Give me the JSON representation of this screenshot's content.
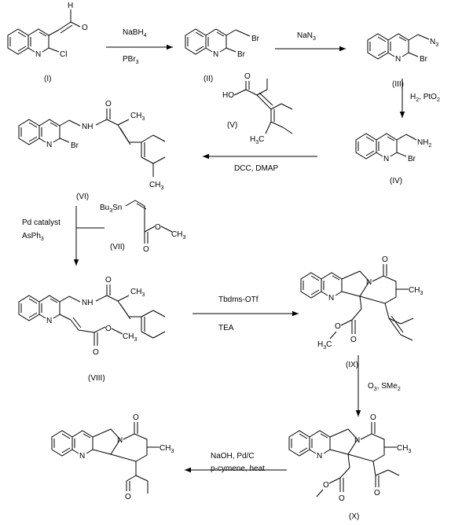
{
  "compounds": {
    "I": "(I)",
    "II": "(II)",
    "III": "(III)",
    "IV": "(IV)",
    "V": "(V)",
    "VI": "(VI)",
    "VII": "(VII)",
    "VIII": "(VIII)",
    "IX": "(IX)",
    "X": "(X)"
  },
  "atoms": {
    "O": "O",
    "Cl": "Cl",
    "Br": "Br",
    "N": "N",
    "NH": "NH",
    "HO": "HO",
    "N3_N": "N",
    "N3_sub": "3",
    "NH2_main": "NH",
    "NH2_sub": "2",
    "CH3_main": "CH",
    "CH3_sub": "3",
    "H3C_H": "H",
    "H3C_sub": "3",
    "H3C_C": "C",
    "Bu3Sn_Bu": "Bu",
    "Bu3Sn_sub": "3",
    "Bu3Sn_Sn": "Sn"
  },
  "conditions": {
    "step1_line1": "NaBH",
    "step1_line1_sub": "4",
    "step1_line2": "PBr",
    "step1_line2_sub": "3",
    "step2": "NaN",
    "step2_sub": "3",
    "step3": "H",
    "step3_sub1": "2",
    "step3_mid": ", PtO",
    "step3_sub2": "2",
    "step4": "DCC, DMAP",
    "step5_line1": "Pd catalyst",
    "step5_line2": "AsPh",
    "step5_line2_sub": "3",
    "step6_line1": "Tbdms-OTf",
    "step6_line2": "TEA",
    "step7": "O",
    "step7_sub1": "3",
    "step7_mid": ", SMe",
    "step7_sub2": "2",
    "step8_line1": "NaOH,  Pd/C",
    "step8_line2": "p-cymene, heat"
  }
}
